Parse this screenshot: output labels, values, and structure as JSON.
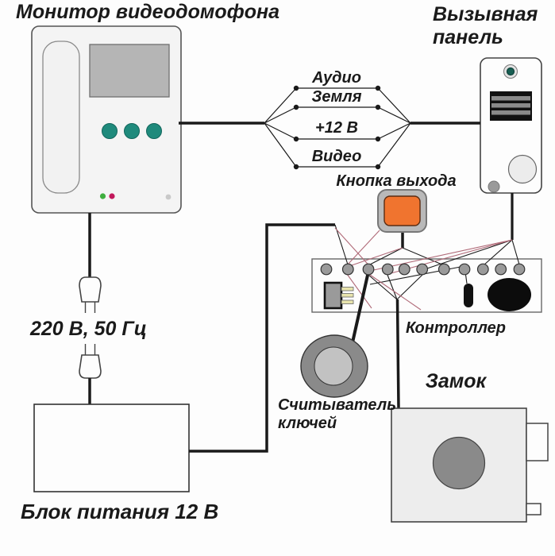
{
  "monitor": {
    "title": "Монитор видеодомофона"
  },
  "call_panel": {
    "title_line1": "Вызывная",
    "title_line2": "панель"
  },
  "bus_wires": {
    "labels": [
      "Аудио",
      "Земля",
      "+12 В",
      "Видео"
    ]
  },
  "exit_button": {
    "label": "Кнопка выхода"
  },
  "controller": {
    "label": "Контроллер"
  },
  "key_reader": {
    "label_line1": "Считыватель",
    "label_line2": "ключей"
  },
  "lock": {
    "label": "Замок"
  },
  "mains": {
    "label": "220 В, 50 Гц"
  },
  "power_supply": {
    "label": "Блок питания 12 В"
  },
  "colors": {
    "exit_button_orange": "#f0742f",
    "monitor_button_teal": "#1f8a7c",
    "wire_accent_red": "#b06a78",
    "led_green": "#3fae3f",
    "led_red": "#c2185b",
    "line_black": "#1a1a1a"
  }
}
